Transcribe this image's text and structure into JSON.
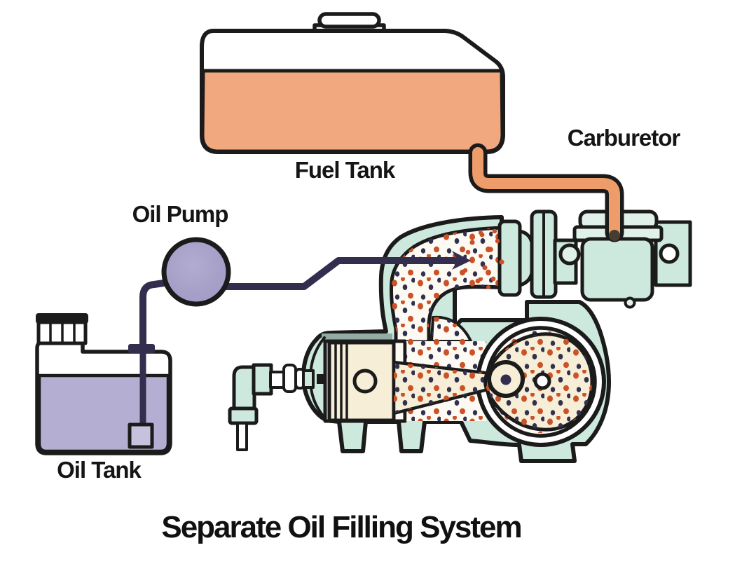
{
  "title": "Separate Oil Filling System",
  "labels": {
    "fuel_tank": "Fuel Tank",
    "oil_pump": "Oil Pump",
    "carburetor": "Carburetor",
    "oil_tank": "Oil Tank"
  },
  "colors": {
    "paper": "#ffffff",
    "ink": "#1b1b1b",
    "fuel": "#f2a87e",
    "fuel-line": "#ee9d6a",
    "mint": "#cde9dd",
    "mint-light": "#e0f1e9",
    "mint-dark": "#93aca3",
    "cream": "#f6eed6",
    "chamber-bg": "#fdfaf3",
    "oil": "#b4afd2",
    "oil-light": "#c6c1dd",
    "pump": "#9f99c5",
    "pump-light": "#b2accf",
    "oil-line": "#332e4e",
    "dot-orange": "#cb5228",
    "dot-navy": "#32304f"
  }
}
